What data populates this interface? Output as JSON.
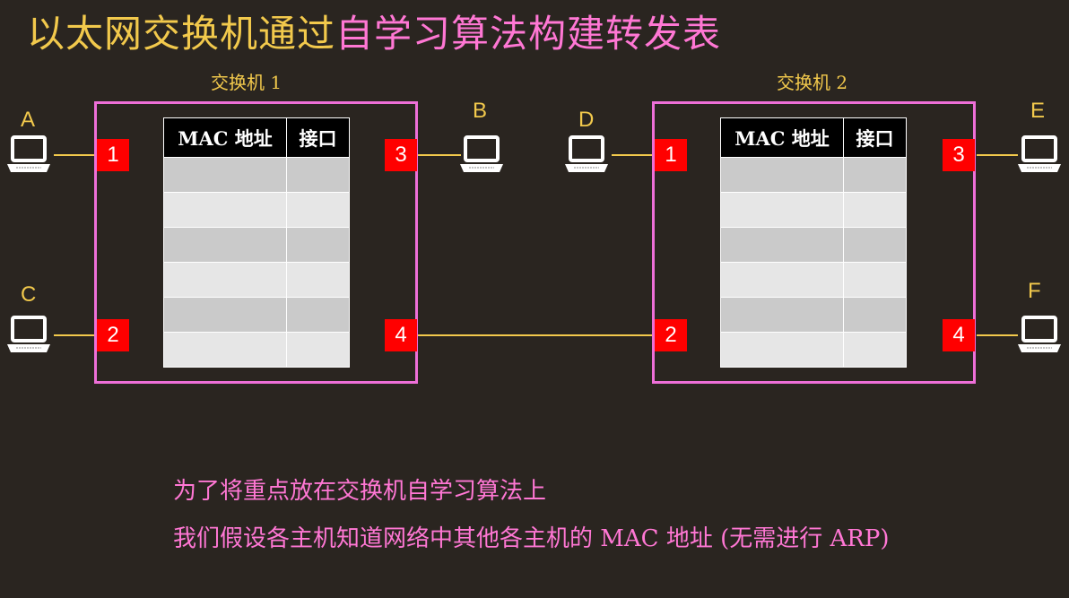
{
  "title": {
    "part1": "以太网交换机通过",
    "part2": "自学习算法构建转发表"
  },
  "switches": [
    {
      "label": "交换机 1",
      "ports": [
        "1",
        "2",
        "3",
        "4"
      ]
    },
    {
      "label": "交换机 2",
      "ports": [
        "1",
        "2",
        "3",
        "4"
      ]
    }
  ],
  "mac_table": {
    "col_mac": "MAC 地址",
    "col_port": "接口",
    "rows": 6
  },
  "hosts": [
    "A",
    "B",
    "C",
    "D",
    "E",
    "F"
  ],
  "notes": [
    "为了将重点放在交换机自学习算法上",
    "我们假设各主机知道网络中其他各主机的 MAC 地址 (无需进行 ARP)"
  ],
  "colors": {
    "background": "#2a2520",
    "title_part1": "#f2c94c",
    "title_part2": "#ff77d4",
    "switch_border": "#ee6fd8",
    "port": "#ff0000",
    "wire": "#f2c94c",
    "note_text": "#ff77d4"
  },
  "icons": {
    "host": "laptop-icon"
  }
}
